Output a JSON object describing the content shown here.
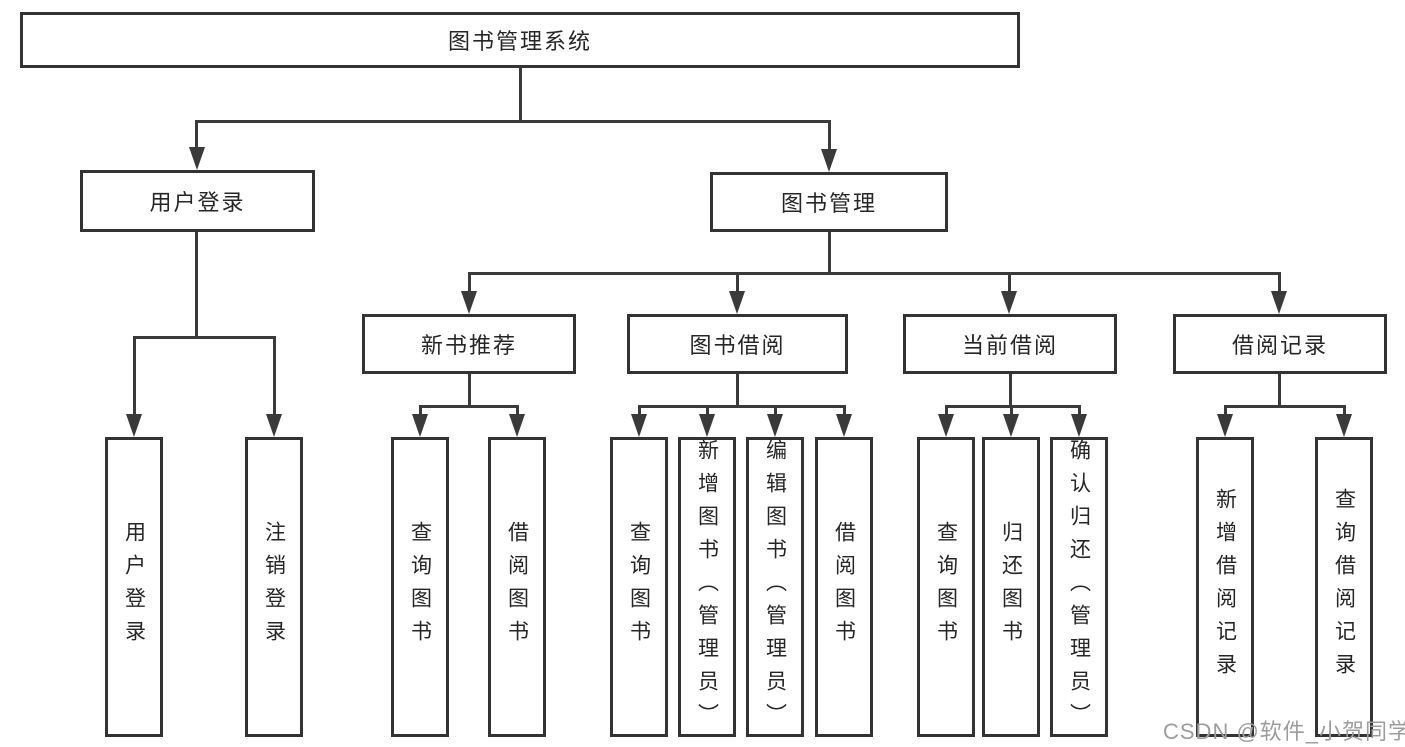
{
  "diagram": {
    "root": {
      "label": "图书管理系统"
    },
    "branches": [
      {
        "label": "用户登录",
        "children": [
          {
            "label": "用户登录"
          },
          {
            "label": "注销登录"
          }
        ]
      },
      {
        "label": "图书管理",
        "children": [
          {
            "label": "新书推荐",
            "children": [
              {
                "label": "查询图书"
              },
              {
                "label": "借阅图书"
              }
            ]
          },
          {
            "label": "图书借阅",
            "children": [
              {
                "label": "查询图书"
              },
              {
                "label": "新增图书（管理员）"
              },
              {
                "label": "编辑图书（管理员）"
              },
              {
                "label": "借阅图书"
              }
            ]
          },
          {
            "label": "当前借阅",
            "children": [
              {
                "label": "查询图书"
              },
              {
                "label": "归还图书"
              },
              {
                "label": "确认归还（管理员）"
              }
            ]
          },
          {
            "label": "借阅记录",
            "children": [
              {
                "label": "新增借阅记录"
              },
              {
                "label": "查询借阅记录"
              }
            ]
          }
        ]
      }
    ]
  },
  "watermark": {
    "text": "CSDN @软件_小贺同学"
  },
  "colors": {
    "line": "#3a3a3a",
    "box_border": "#333333",
    "text": "#262626",
    "watermark": "#9c9c9c",
    "background": "#ffffff"
  }
}
